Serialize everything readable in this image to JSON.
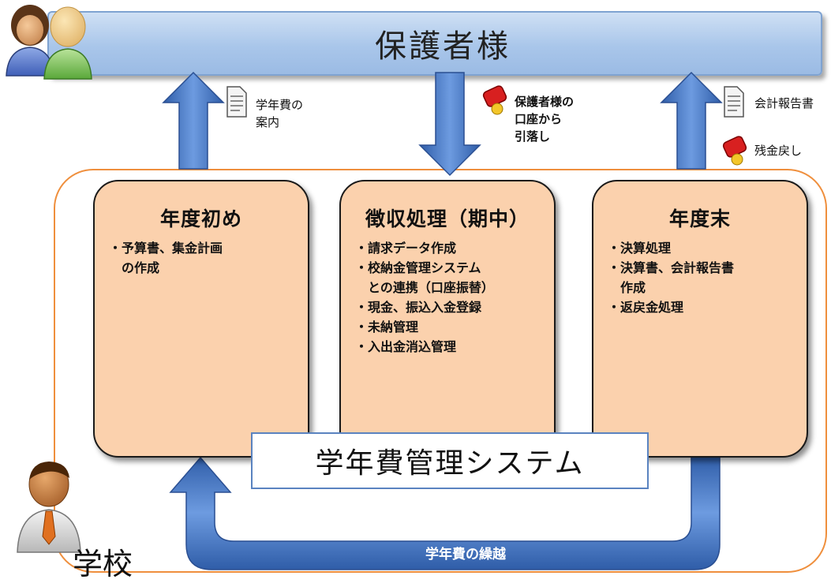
{
  "guardian": {
    "title": "保護者様"
  },
  "notes": {
    "left": "学年費の\n案内",
    "middle": "保護者様の\n口座から\n引落し",
    "right_top": "会計報告書",
    "right_bottom": "残金戻し"
  },
  "phases": [
    {
      "title": "年度初め",
      "items": [
        "予算書、集金計画\nの作成"
      ]
    },
    {
      "title": "徴収処理（期中）",
      "items": [
        "請求データ作成",
        "校納金管理システム\nとの連携（口座振替）",
        "現金、振込入金登録",
        "未納管理",
        "入出金消込管理"
      ]
    },
    {
      "title": "年度末",
      "items": [
        "決算処理",
        "決算書、会計報告書\n作成",
        "返戻金処理"
      ]
    }
  ],
  "system": {
    "label": "学年費管理システム"
  },
  "carry_over": {
    "label": "学年費の繰越"
  },
  "school": {
    "label": "学校"
  },
  "colors": {
    "bar_blue": "#a9c6ea",
    "arrow_blue": "#4a7cc4",
    "phase_fill": "#fbd1ad",
    "frame_orange": "#ef8f3d"
  },
  "icons": [
    "guardian-woman-icon",
    "guardian-man-icon",
    "document-icon",
    "money-pouch-icon",
    "school-person-icon"
  ]
}
